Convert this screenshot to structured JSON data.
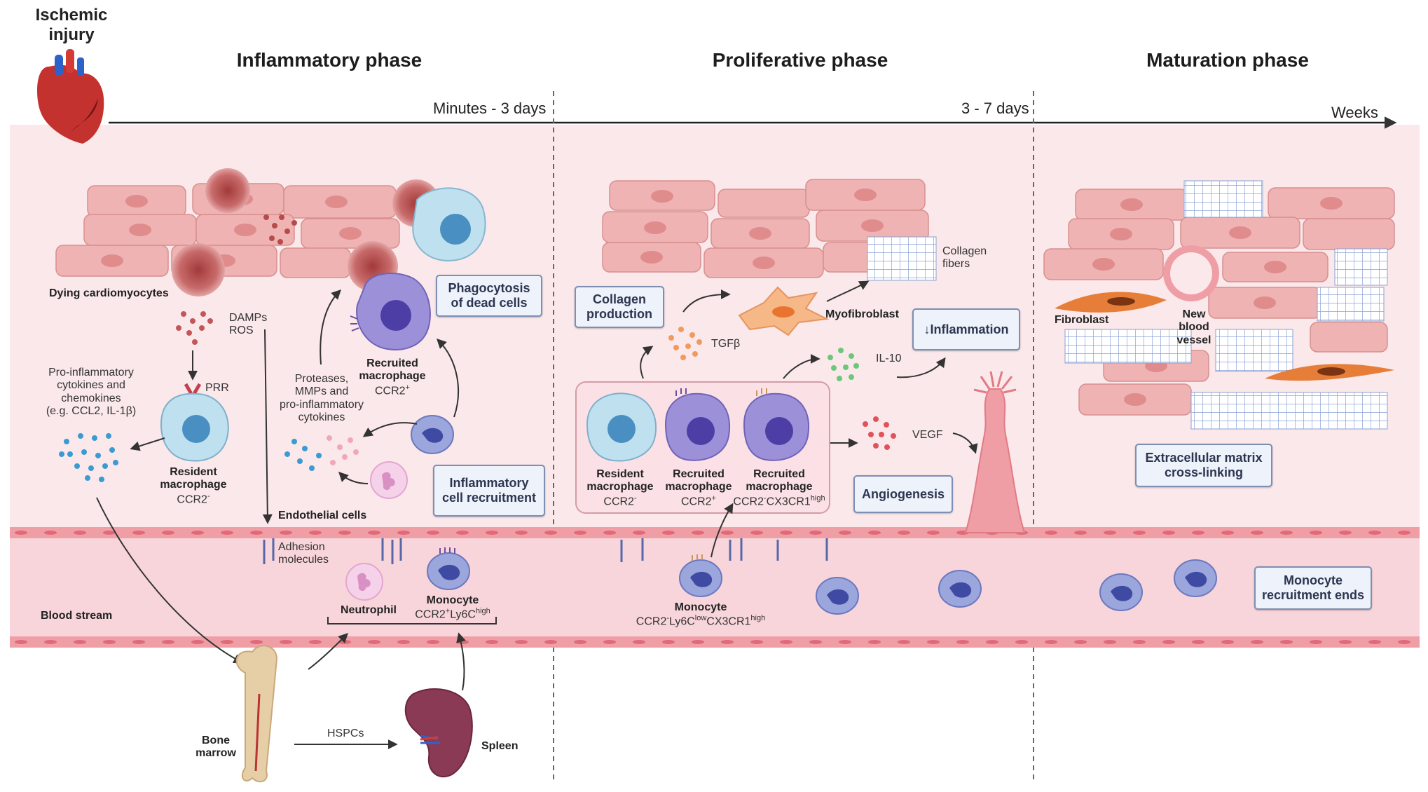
{
  "header": {
    "injury_label": "Ischemic\ninjury",
    "phases": [
      {
        "title": "Inflammatory phase",
        "time": "Minutes - 3 days"
      },
      {
        "title": "Proliferative phase",
        "time": "3 - 7 days"
      },
      {
        "title": "Maturation phase",
        "time": "Weeks"
      }
    ]
  },
  "inflammatory": {
    "dying_cardiomyocytes": "Dying cardiomyocytes",
    "damps_ros": "DAMPs\nROS",
    "prr": "PRR",
    "pro_inflammatory": "Pro-inflammatory\ncytokines and\nchemokines\n(e.g. CCL2, IL-1β)",
    "resident_macrophage": "Resident\nmacrophage",
    "resident_macrophage_sub": "CCR2",
    "resident_macrophage_sup": "-",
    "proteases": "Proteases,\nMMPs and\npro-inflammatory\ncytokines",
    "recruited_macrophage": "Recruited\nmacrophage",
    "recruited_macrophage_sub": "CCR2",
    "recruited_macrophage_sup": "+",
    "phagocytosis_box": "Phagocytosis\nof dead cells",
    "inflammatory_recruitment_box": "Inflammatory\ncell recruitment",
    "endothelial_cells": "Endothelial cells",
    "adhesion_molecules": "Adhesion\nmolecules",
    "neutrophil": "Neutrophil",
    "monocyte": "Monocyte",
    "monocyte_sub_a": "CCR2",
    "monocyte_sup_a": "+",
    "monocyte_sub_b": "Ly6C",
    "monocyte_sup_b": "high",
    "blood_stream": "Blood stream",
    "bone_marrow": "Bone\nmarrow",
    "hspcs": "HSPCs",
    "spleen": "Spleen"
  },
  "proliferative": {
    "collagen_production_box": "Collagen\nproduction",
    "tgfb": "TGFβ",
    "myofibroblast": "Myofibroblast",
    "collagen_fibers": "Collagen\nfibers",
    "inflammation_box": "↓Inflammation",
    "il10": "IL-10",
    "vegf": "VEGF",
    "angiogenesis_box": "Angiogenesis",
    "macrophages": [
      {
        "name": "Resident\nmacrophage",
        "sub": "CCR2",
        "sup": "-",
        "sub2": "",
        "sup2": ""
      },
      {
        "name": "Recruited\nmacrophage",
        "sub": "CCR2",
        "sup": "+",
        "sub2": "",
        "sup2": ""
      },
      {
        "name": "Recruited\nmacrophage",
        "sub": "CCR2",
        "sup": "-",
        "sub2": "CX3CR1",
        "sup2": "high"
      }
    ],
    "monocyte": "Monocyte",
    "monocyte_markers": {
      "a": "CCR2",
      "a_sup": "-",
      "b": "Ly6C",
      "b_sup": "low",
      "c": "CX3CR1",
      "c_sup": "high"
    }
  },
  "maturation": {
    "fibroblast": "Fibroblast",
    "new_blood_vessel": "New\nblood\nvessel",
    "ecm_box": "Extracellular matrix\ncross-linking",
    "monocyte_ends_box": "Monocyte\nrecruitment ends"
  },
  "colors": {
    "tissue_bg": "#fbe8ea",
    "cardiomyocyte": "#efb3b3",
    "vessel_wall": "#ef9ea6",
    "resident_macrophage": "#bfe0ee",
    "recruited_macrophage": "#9c91d8",
    "monocyte": "#9aa6dc",
    "box_border": "#7d8fb3",
    "box_fill": "#eef2fa"
  }
}
